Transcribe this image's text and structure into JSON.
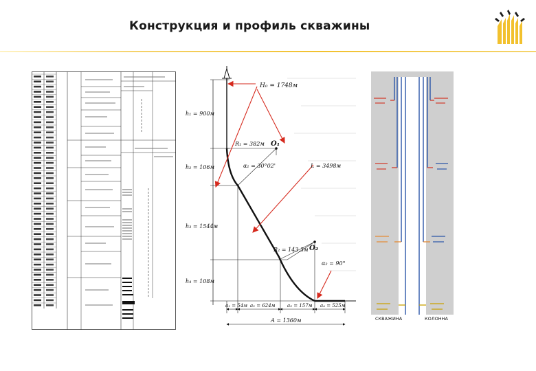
{
  "page": {
    "title": "Конструкция и профиль скважины"
  },
  "brand": {
    "logo_icon": "rosneft-logo-icon",
    "accent_color": "#f2c12e",
    "logo_yellow": "#f2c12e",
    "logo_black": "#1a1a1a"
  },
  "profile": {
    "H": "H₀ = 1748м",
    "h1": "h₁ = 900м",
    "h2": "h₂ = 106м",
    "h3": "h₃ = 1544м",
    "h4": "h₄ = 108м",
    "R1": "R₁ = 382м",
    "O1": "O₁",
    "alpha1": "α₁ = 30°02'",
    "L": "L = 3498м",
    "R2": "R₂ = 143.3м",
    "O2": "O₂",
    "alpha2": "α₂ = 90°",
    "a1": "a₁ = 54м",
    "a2": "a₂ = 624м",
    "a3": "a₃ = 157м",
    "a4": "a₄ = 525м",
    "A": "A = 1360м",
    "arrow_color": "#d62a1e"
  },
  "casing": {
    "col_color": "#2b56a8",
    "shoe_colors": [
      "#d23a2a",
      "#e58a34",
      "#c9a000"
    ],
    "footer_left": "СКВАЖИНА",
    "footer_right": "КОЛОННА"
  }
}
